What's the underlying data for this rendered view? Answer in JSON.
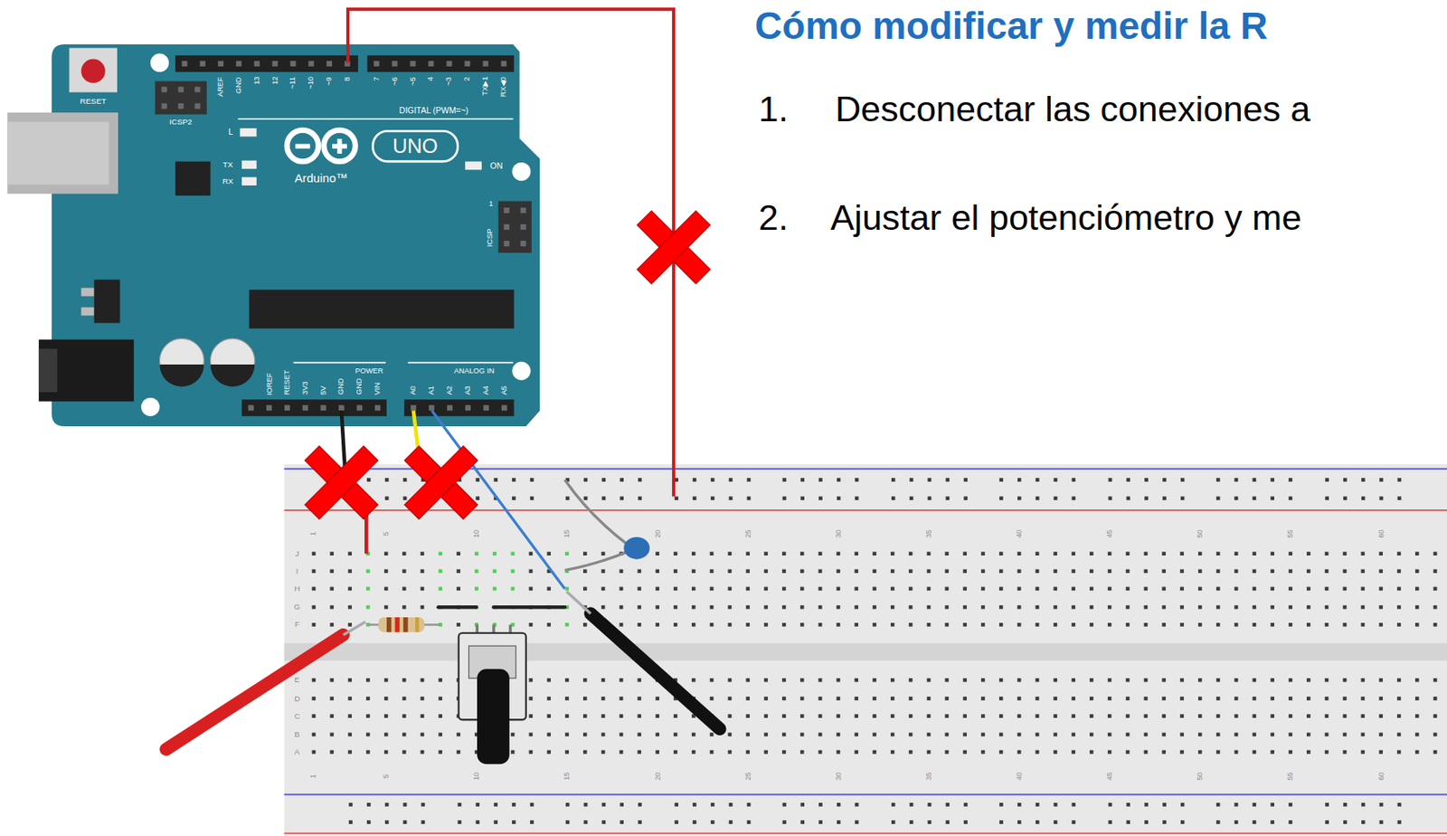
{
  "diagram": {
    "title": "Cómo modificar y medir la R",
    "labels": [
      "1.",
      "Desconectar las conexiones a",
      "2.",
      "Ajustar el potenciómetro y me",
      "RESET",
      "ICSP2",
      "AREF",
      "GND",
      "13",
      "12",
      "~11",
      "~10",
      "~9",
      "8",
      "7",
      "~6",
      "~5",
      "4",
      "~3",
      "2",
      "TX▶1",
      "RX◀0",
      "DIGITAL (PWM=~)",
      "L",
      "TX",
      "RX",
      "UNO",
      "Arduino™",
      "ON",
      "1",
      "ICSP",
      "IOREF",
      "RESET",
      "3V3",
      "5V",
      "GND",
      "GND",
      "VIN",
      "POWER",
      "ANALOG IN",
      "A0",
      "A1",
      "A2",
      "A3",
      "A4",
      "A5",
      "1",
      "5",
      "10",
      "15",
      "20",
      "25",
      "30",
      "35",
      "40",
      "45",
      "50",
      "55",
      "60",
      "J",
      "I",
      "H",
      "G",
      "F",
      "E",
      "D",
      "C",
      "B",
      "A",
      "1",
      "5",
      "10",
      "15",
      "20",
      "25",
      "30",
      "35",
      "40",
      "45",
      "50",
      "55",
      "60"
    ]
  }
}
